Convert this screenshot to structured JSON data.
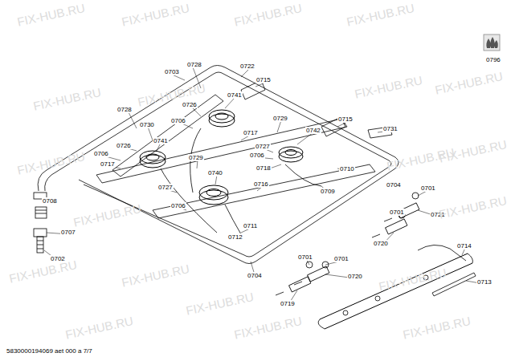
{
  "diagram": {
    "labels": [
      "0722",
      "0715",
      "0728",
      "0703",
      "0741",
      "0726",
      "0706",
      "0728",
      "0730",
      "0717",
      "0729",
      "0742",
      "0715",
      "0731",
      "0726",
      "0706",
      "0741",
      "0717",
      "0727",
      "0706",
      "0710",
      "0718",
      "0729",
      "0740",
      "0716",
      "0709",
      "0704",
      "0701",
      "0727",
      "0706",
      "0711",
      "0712",
      "0708",
      "0707",
      "0702",
      "0701",
      "0721",
      "0720",
      "0714",
      "0704",
      "0701",
      "0701",
      "0720",
      "0713",
      "0719",
      "0796",
      "FIX-HUB.RU",
      "FIX-HUB.RU",
      "FIX-HUB.RU",
      "FIX-HUB.RU",
      "FIX-HUB.RU",
      "FIX-HUB.RU",
      "FIX-HUB.RU",
      "FIX-HUB.RU",
      "FIX-HUB.RU",
      "FIX-HUB.RU",
      "FIX-HUB.RU",
      "FIX-HUB.RU",
      "FIX-HUB.RU",
      "FIX-HUB.RU",
      "FIX-HUB.RU",
      "FIX-HUB.RU",
      "FIX-HUB.RU",
      "FIX-HUB.RU",
      "FIX-HUB.RU",
      "FIX-HUB.RU",
      "5830000194069 aet 000 a 7/7"
    ]
  }
}
